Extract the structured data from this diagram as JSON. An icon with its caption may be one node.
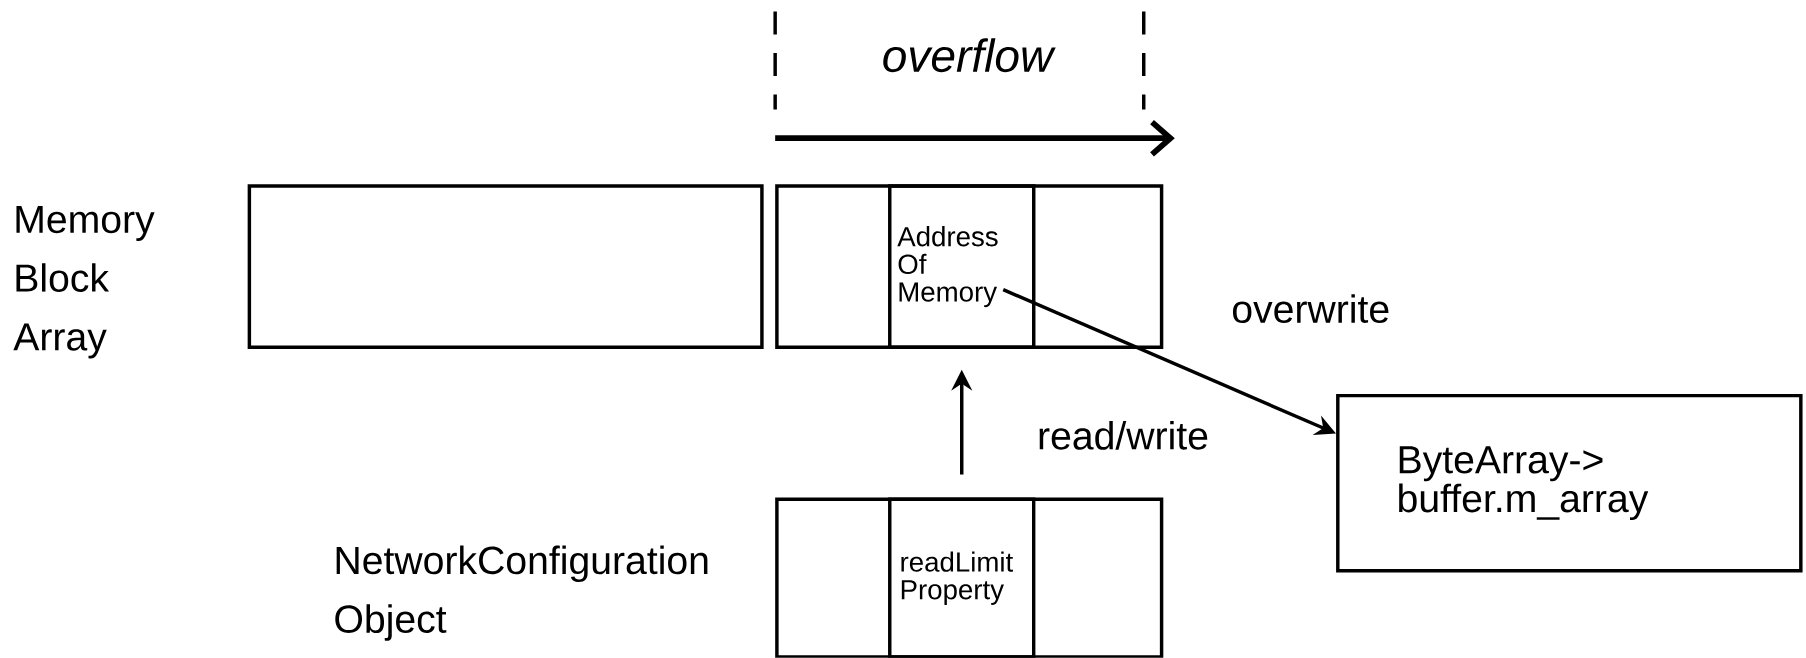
{
  "diagram": {
    "nodes": [
      {
        "text": [],
        "shape": "box"
      },
      {
        "text": [],
        "shape": "box"
      },
      {
        "text": [
          "Address Of Memory"
        ],
        "in": 1
      },
      {
        "text": [
          "ByteArray-> buffer.m_array"
        ]
      },
      {
        "text": [],
        "shape": "box"
      },
      {
        "text": [
          "readLimit Property"
        ],
        "in": 4
      }
    ],
    "edges": [
      {
        "from": 2,
        "to": 3,
        "arrow": "to",
        "label": "overwrite"
      },
      {
        "from": 5,
        "to": 2,
        "arrow": "to",
        "label": "read/write"
      }
    ],
    "labels": [
      "overflow",
      "Memory Block Array",
      "NetworkConfiguration Object"
    ]
  }
}
